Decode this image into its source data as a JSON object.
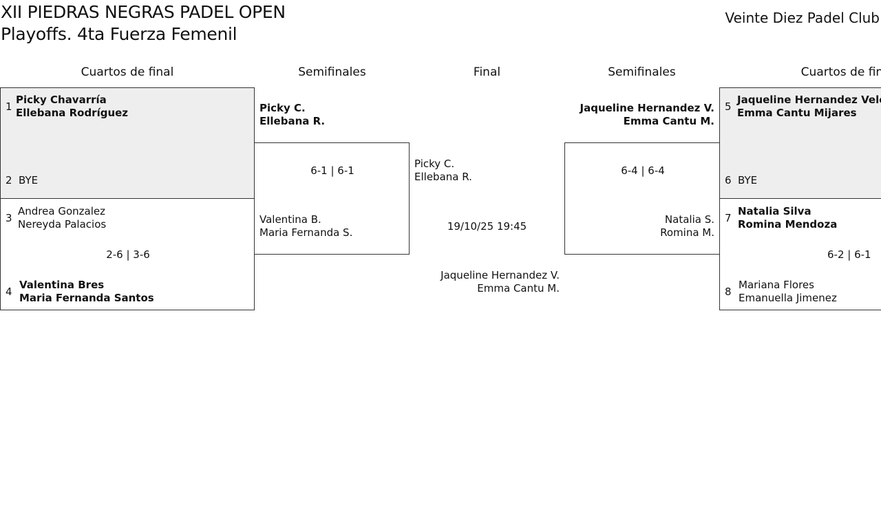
{
  "header": {
    "title_line1": "XII PIEDRAS NEGRAS PADEL OPEN",
    "title_line2": "Playoffs. 4ta Fuerza Femenil",
    "venue": "Veinte Diez Padel Club"
  },
  "rounds": {
    "left_quarter": "Cuartos de final",
    "left_semi": "Semifinales",
    "final": "Final",
    "right_semi": "Semifinales",
    "right_quarter": "Cuartos de final"
  },
  "quarters": {
    "q1": {
      "top": {
        "seed": "1",
        "p1": "Picky Chavarría",
        "p2": "Ellebana Rodríguez"
      },
      "bottom": {
        "seed": "2",
        "p1": "BYE"
      }
    },
    "q2": {
      "top": {
        "seed": "3",
        "p1": "Andrea Gonzalez",
        "p2": "Nereyda Palacios"
      },
      "score": "2-6 | 3-6",
      "bottom": {
        "seed": "4",
        "p1": "Valentina Bres",
        "p2": "Maria Fernanda Santos"
      }
    },
    "q3": {
      "top": {
        "seed": "5",
        "p1": "Jaqueline Hernandez Velez",
        "p2": "Emma Cantu Mijares"
      },
      "bottom": {
        "seed": "6",
        "p1": "BYE"
      }
    },
    "q4": {
      "top": {
        "seed": "7",
        "p1": "Natalia Silva",
        "p2": "Romina Mendoza"
      },
      "score": "6-2 | 6-1",
      "bottom": {
        "seed": "8",
        "p1": "Mariana Flores",
        "p2": "Emanuella Jimenez"
      }
    }
  },
  "semis": {
    "left": {
      "top": {
        "p1": "Picky C.",
        "p2": "Ellebana R."
      },
      "score": "6-1 | 6-1",
      "bottom": {
        "p1": "Valentina B.",
        "p2": "Maria Fernanda S."
      }
    },
    "right": {
      "top": {
        "p1": "Jaqueline Hernandez V.",
        "p2": "Emma Cantu M."
      },
      "score": "6-4 | 6-4",
      "bottom": {
        "p1": "Natalia S.",
        "p2": "Romina M."
      }
    }
  },
  "final": {
    "top": {
      "p1": "Picky C.",
      "p2": "Ellebana R."
    },
    "datetime": "19/10/25 19:45",
    "bottom": {
      "p1": "Jaqueline Hernandez V.",
      "p2": "Emma Cantu M."
    }
  }
}
